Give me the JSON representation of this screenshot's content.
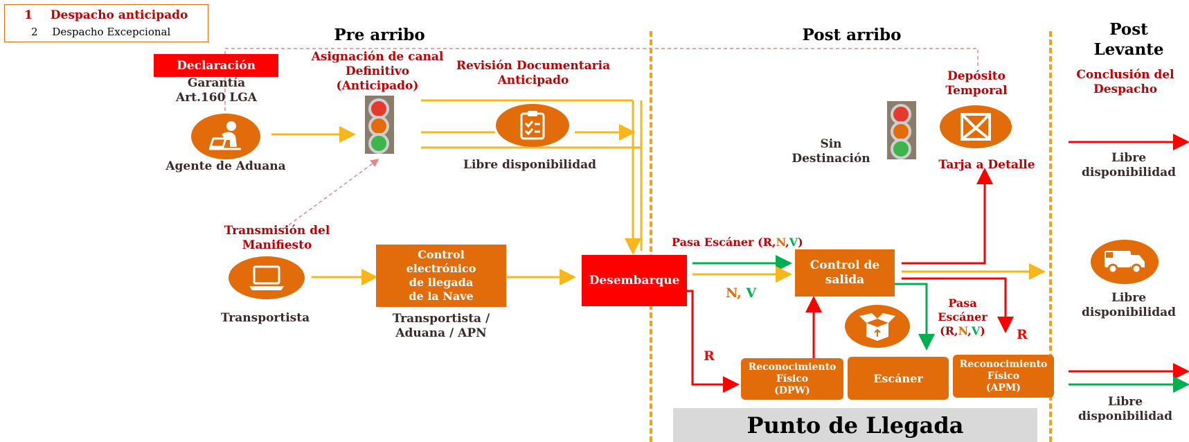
{
  "legend": {
    "item1_num": "1",
    "item1_label": "Despacho anticipado",
    "item2_num": "2",
    "item2_label": "Despacho Excepcional"
  },
  "phases": {
    "pre_arribo": "Pre arribo",
    "post_arribo": "Post arribo",
    "post_levante": "Post\nLevante"
  },
  "declaracion": "Declaración",
  "garantia": "Garantía\nArt.160 LGA",
  "asignacion": "Asignación de canal\nDefinitivo\n(Anticipado)",
  "revision": "Revisión Documentaria\nAnticipado",
  "agente": "Agente de Aduana",
  "libre_disp_top": "Libre disponibilidad",
  "transmision": "Transmisión del\nManifiesto",
  "transportista": "Transportista",
  "control_electronico": "Control\nelectrónico\nde llegada\nde la Nave",
  "control_electronico_sub": "Transportista /\nAduana / APN",
  "desembarque": "Desembarque",
  "pasa_escaner_top": {
    "prefix": "Pasa Escáner (",
    "r": "R",
    "c1": ",",
    "n": "N",
    "c2": ",",
    "v": "V",
    "suffix": ")"
  },
  "nv": {
    "n": "N",
    "sep": ", ",
    "v": "V"
  },
  "r_label_1": "R",
  "r_label_2": "R",
  "control_salida": "Control de\nsalida",
  "pasa_escaner_right": {
    "line1": "Pasa\nEscáner",
    "open": "(",
    "r": "R",
    "c1": ",",
    "n": "N",
    "c2": ",",
    "v": "V",
    "close": ")"
  },
  "reconocimiento_dpw": "Reconocimiento\nFísico\n(DPW)",
  "escaner": "Escáner",
  "reconocimiento_apm": "Reconocimiento\nFísico\n(APM)",
  "punto_llegada": "Punto de Llegada",
  "sin_destinacion": "Sin\nDestinación",
  "deposito": "Depósito\nTemporal",
  "tarja": "Tarja a Detalle",
  "conclusion": "Conclusión del\nDespacho",
  "libre_1": "Libre\ndisponibilidad",
  "libre_2": "Libre\ndisponibilidad",
  "libre_3": "Libre\ndisponibilidad",
  "colors": {
    "orange": "#e36c0a",
    "red": "#ff0000",
    "dark_red": "#c00000",
    "arrow_yellow": "#f6b61c",
    "green": "#00b050"
  },
  "icons": [
    "person-at-laptop-icon",
    "clipboard-checklist-icon",
    "laptop-icon",
    "open-box-icon",
    "delivery-truck-icon",
    "package-icon",
    "traffic-light-icon"
  ]
}
